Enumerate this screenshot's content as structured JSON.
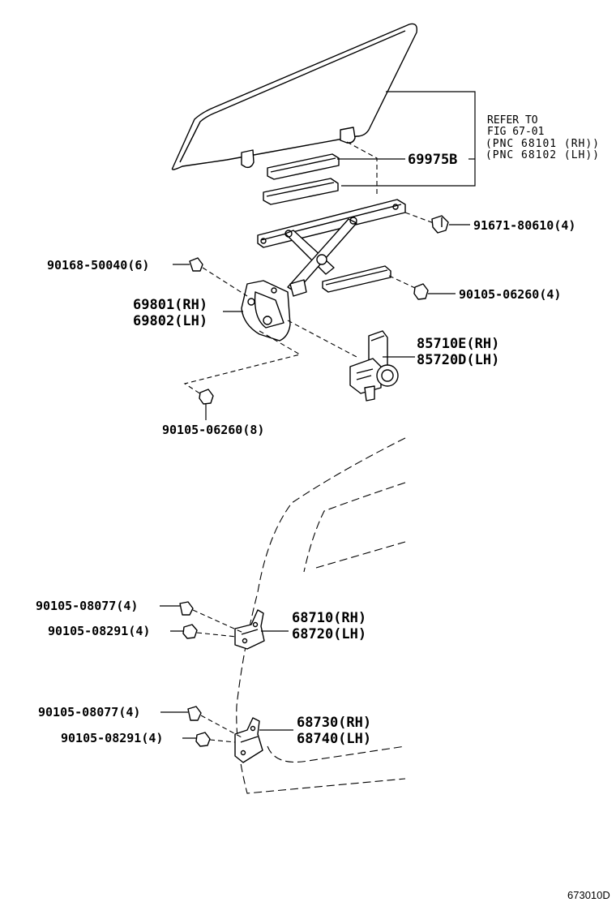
{
  "refer": {
    "line1": "REFER TO",
    "line2": "FIG 67-01",
    "line3": "(PNC 68101 (RH))",
    "line4": "(PNC 68102 (LH))"
  },
  "parts": {
    "p69975b": "69975B",
    "p91671": "91671-80610(4)",
    "p90168": "90168-50040(6)",
    "p90105_06260_4": "90105-06260(4)",
    "p69801": "69801(RH)",
    "p69802": "69802(LH)",
    "p85710": "85710E(RH)",
    "p85720": "85720D(LH)",
    "p90105_06260_8": "90105-06260(8)",
    "p90105_08077_a": "90105-08077(4)",
    "p90105_08291_a": "90105-08291(4)",
    "p68710": "68710(RH)",
    "p68720": "68720(LH)",
    "p90105_08077_b": "90105-08077(4)",
    "p90105_08291_b": "90105-08291(4)",
    "p68730": "68730(RH)",
    "p68740": "68740(LH)"
  },
  "figure_id": "673010D"
}
